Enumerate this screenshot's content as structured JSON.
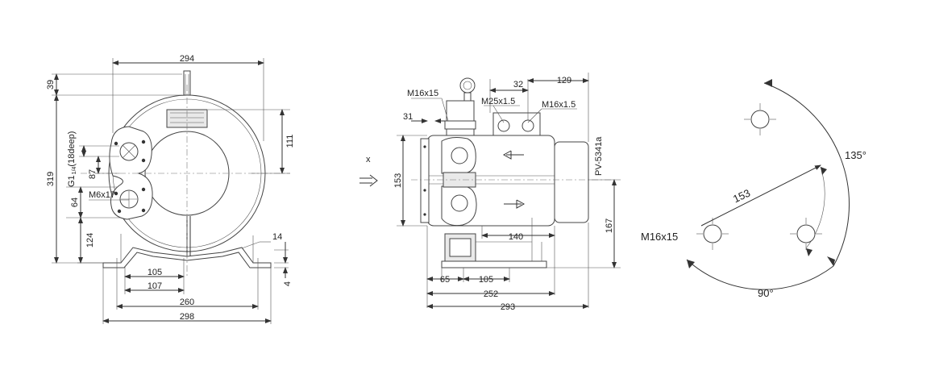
{
  "front_view": {
    "dims": {
      "top_width": "294",
      "top_height": "39",
      "total_height": "319",
      "right_height": "111",
      "mid_87": "87",
      "mid_64": "64",
      "lower_124": "124",
      "base_105": "105",
      "base_107": "107",
      "base_260": "260",
      "base_298": "298",
      "foot_14": "14",
      "foot_4": "4"
    },
    "labels": {
      "port_thread": "G1",
      "port_sub": "1/4",
      "port_depth": "(18deep)",
      "bolt": "M6x17"
    }
  },
  "side_view": {
    "direction_label": "x",
    "dims": {
      "top_129": "129",
      "top_32": "32",
      "left_31": "31",
      "height_153": "153",
      "right_167": "167",
      "bottom_140": "140",
      "bottom_65": "65",
      "bottom_105": "105",
      "bottom_252": "252",
      "bottom_293": "293"
    },
    "labels": {
      "thread_m16x15": "M16x15",
      "thread_m25": "M25x1.5",
      "thread_m16": "M16x1.5",
      "model": "PV-5341a"
    }
  },
  "detail_view": {
    "labels": {
      "angle_135": "135°",
      "radius_153": "153",
      "thread": "M16x15",
      "angle_90": "90°"
    }
  }
}
